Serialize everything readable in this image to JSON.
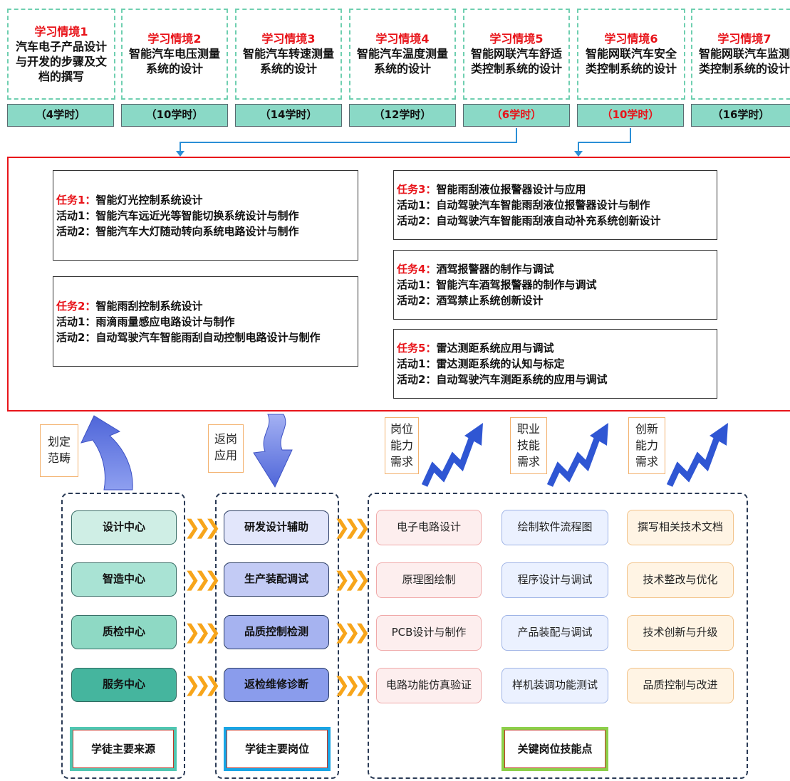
{
  "situations": [
    {
      "title": "学习情境1",
      "lines": [
        "汽车电子产品设计",
        "与开发的步骤及文",
        "档的撰写"
      ],
      "hours": "（4学时）",
      "hours_red": false
    },
    {
      "title": "学习情境2",
      "lines": [
        "智能汽车电压测量",
        "系统的设计"
      ],
      "hours": "（10学时）",
      "hours_red": false
    },
    {
      "title": "学习情境3",
      "lines": [
        "智能汽车转速测量",
        "系统的设计"
      ],
      "hours": "（14学时）",
      "hours_red": false
    },
    {
      "title": "学习情境4",
      "lines": [
        "智能汽车温度测量",
        "系统的设计"
      ],
      "hours": "（12学时）",
      "hours_red": false
    },
    {
      "title": "学习情境5",
      "lines": [
        "智能网联汽车舒适",
        "类控制系统的设计"
      ],
      "hours": "（6学时）",
      "hours_red": true
    },
    {
      "title": "学习情境6",
      "lines": [
        "智能网联汽车安全",
        "类控制系统的设计"
      ],
      "hours": "（10学时）",
      "hours_red": true
    },
    {
      "title": "学习情境7",
      "lines": [
        "智能网联汽车监测",
        "类控制系统的设计"
      ],
      "hours": "（16学时）",
      "hours_red": false
    }
  ],
  "tasks": [
    {
      "label": "任务1：",
      "name": "智能灯光控制系统设计",
      "activities": [
        "活动1：智能汽车远近光等智能切换系统设计与制作",
        "活动2：智能汽车大灯随动转向系统电路设计与制作"
      ]
    },
    {
      "label": "任务2：",
      "name": "智能雨刮控制系统设计",
      "activities": [
        "活动1：雨滴雨量感应电路设计与制作",
        "活动2：自动驾驶汽车智能雨刮自动控制电路设计与制作"
      ]
    },
    {
      "label": "任务3：",
      "name": "智能雨刮液位报警器设计与应用",
      "activities": [
        "活动1：自动驾驶汽车智能雨刮液位报警器设计与制作",
        "活动2：自动驾驶汽车智能雨刮液自动补充系统创新设计"
      ]
    },
    {
      "label": "任务4：",
      "name": "酒驾报警器的制作与调试",
      "activities": [
        "活动1：智能汽车酒驾报警器的制作与调试",
        "活动2：酒驾禁止系统创新设计"
      ]
    },
    {
      "label": "任务5：",
      "name": "雷达测距系统应用与调试",
      "activities": [
        "活动1：雷达测距系统的认知与标定",
        "活动2：自动驾驶汽车测距系统的应用与调试"
      ]
    }
  ],
  "tags": {
    "scope": [
      "划定",
      "范畴"
    ],
    "return": [
      "返岗",
      "应用"
    ],
    "post": [
      "岗位",
      "能力",
      "需求"
    ],
    "vocational": [
      "职业",
      "技能",
      "需求"
    ],
    "innovation": [
      "创新",
      "能力",
      "需求"
    ]
  },
  "sources": [
    "设计中心",
    "智造中心",
    "质检中心",
    "服务中心"
  ],
  "positions": [
    "研发设计辅助",
    "生产装配调试",
    "品质控制检测",
    "返检维修诊断"
  ],
  "skills": {
    "col1": [
      "电子电路设计",
      "原理图绘制",
      "PCB设计与制作",
      "电路功能仿真验证"
    ],
    "col2": [
      "绘制软件流程图",
      "程序设计与调试",
      "产品装配与调试",
      "样机装调功能测试"
    ],
    "col3": [
      "撰写相关技术文档",
      "技术整改与优化",
      "技术创新与升级",
      "品质控制与改进"
    ]
  },
  "legends": {
    "sources": "学徒主要来源",
    "positions": "学徒主要岗位",
    "skills": "关键岗位技能点"
  },
  "chevron": "❯❯❯",
  "colors": {
    "accent_red": "#e8141a",
    "hours_bg": "#8ad9c6",
    "situation_border": "#6fcfb0",
    "arrow_blue": "#6b84e8",
    "chevron_orange": "#f7a51b"
  }
}
